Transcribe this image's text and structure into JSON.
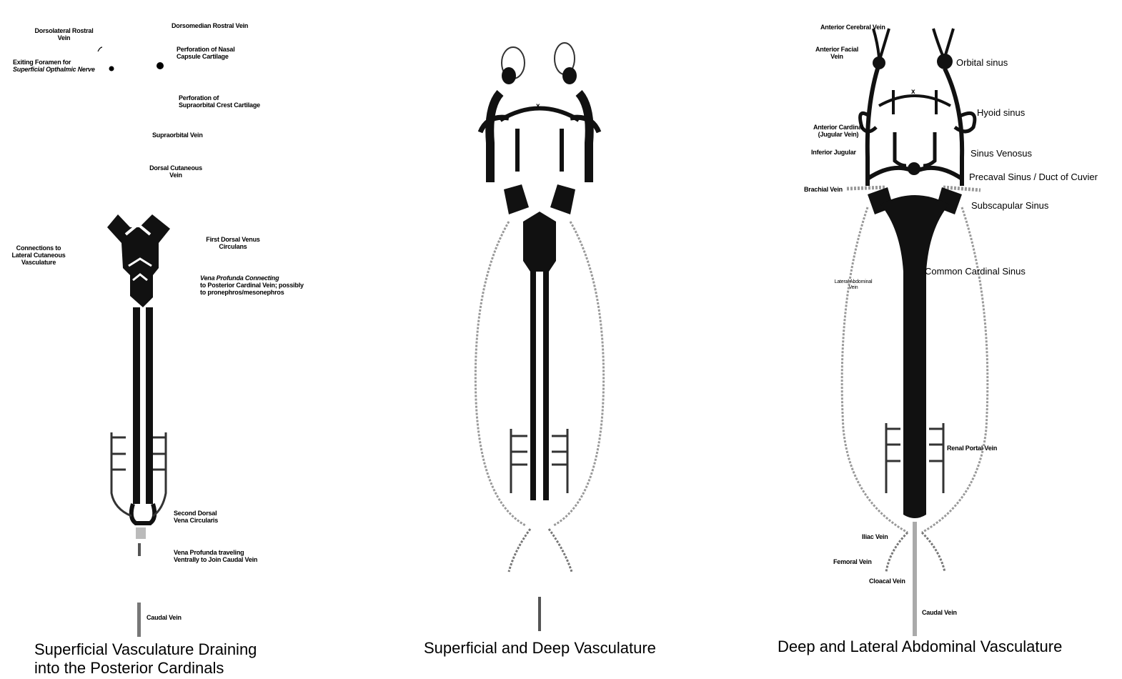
{
  "panel1": {
    "caption": "Superficial Vasculature Draining\ninto the Posterior Cardinals",
    "labels": {
      "dorsolateral_rostral": "Dorsolateral Rostral\nVein",
      "dorsomedian_rostral": "Dorsomedian Rostral Vein",
      "exiting_foramen": "Exiting Foramen for",
      "superficial_opthalmic": "Superficial Opthalmic Nerve",
      "perforation_nasal": "Perforation of Nasal\nCapsule Cartilage",
      "perforation_supraorbital": "Perforation of\nSupraorbital Crest Cartilage",
      "supraorbital_vein": "Supraorbital Vein",
      "dorsal_cutaneous": "Dorsal Cutaneous\nVein",
      "connections_lateral": "Connections to\nLateral Cutaneous\nVasculature",
      "first_dorsal": "First Dorsal Venus\nCirculans",
      "vena_profunda_italic": "Vena Profunda Connecting",
      "vena_profunda_rest": "to Posterior Cardinal Vein; possibly\nto pronephros/mesonephros",
      "second_dorsal": "Second Dorsal\nVena Circularis",
      "vena_profunda_traveling": "Vena Profunda traveling\nVentrally to Join Caudal Vein",
      "caudal_vein": "Caudal Vein"
    }
  },
  "panel2": {
    "caption": "Superficial and Deep Vasculature",
    "marker": "x"
  },
  "panel3": {
    "caption": "Deep and Lateral Abdominal Vasculature",
    "marker": "x",
    "labels": {
      "anterior_cerebral": "Anterior Cerebral Vein",
      "anterior_facial": "Anterior Facial\nVein",
      "anterior_cardinal": "Anterior Cardinal\n(Jugular Vein)",
      "inferior_jugular": "Inferior Jugular",
      "brachial": "Brachial Vein",
      "lateral_abdominal": "Lateral Abdominal\nVein",
      "iliac": "Iliac Vein",
      "femoral": "Femoral Vein",
      "cloacal": "Cloacal Vein",
      "caudal": "Caudal Vein",
      "renal_portal": "Renal Portal Vein",
      "orbital_sinus": "Orbital sinus",
      "hyoid_sinus": "Hyoid sinus",
      "sinus_venosus": "Sinus Venosus",
      "precaval_sinus": "Precaval Sinus / Duct of Cuvier",
      "subscapular_sinus": "Subscapular Sinus",
      "common_cardinal": "Common Cardinal Sinus"
    }
  }
}
